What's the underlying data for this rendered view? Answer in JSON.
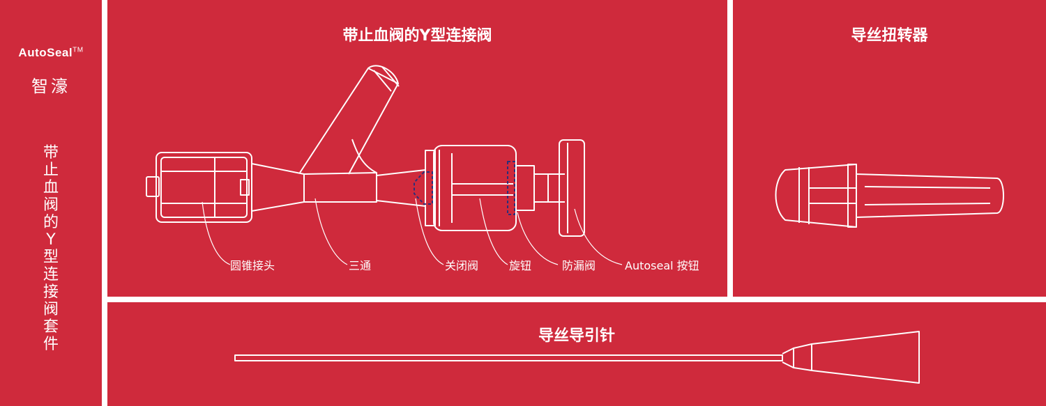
{
  "sidebar": {
    "brand": "AutoSeal",
    "trademark": "TM",
    "brand_cn": "智濠",
    "title": "带止血阀的Y型连接阀套件"
  },
  "y_valve": {
    "title": "带止血阀的Y型连接阀",
    "labels": {
      "conical": "圆锥接头",
      "tee": "三通",
      "closing_valve": "关闭阀",
      "knob": "旋钮",
      "antileak": "防漏阀",
      "autoseal_button": "Autoseal 按钮"
    }
  },
  "torquer": {
    "title": "导丝扭转器"
  },
  "needle": {
    "title": "导丝导引针"
  },
  "colors": {
    "panel": "#cf2a3c",
    "line": "#ffffff",
    "valve_outline": "#2b2f7a"
  }
}
